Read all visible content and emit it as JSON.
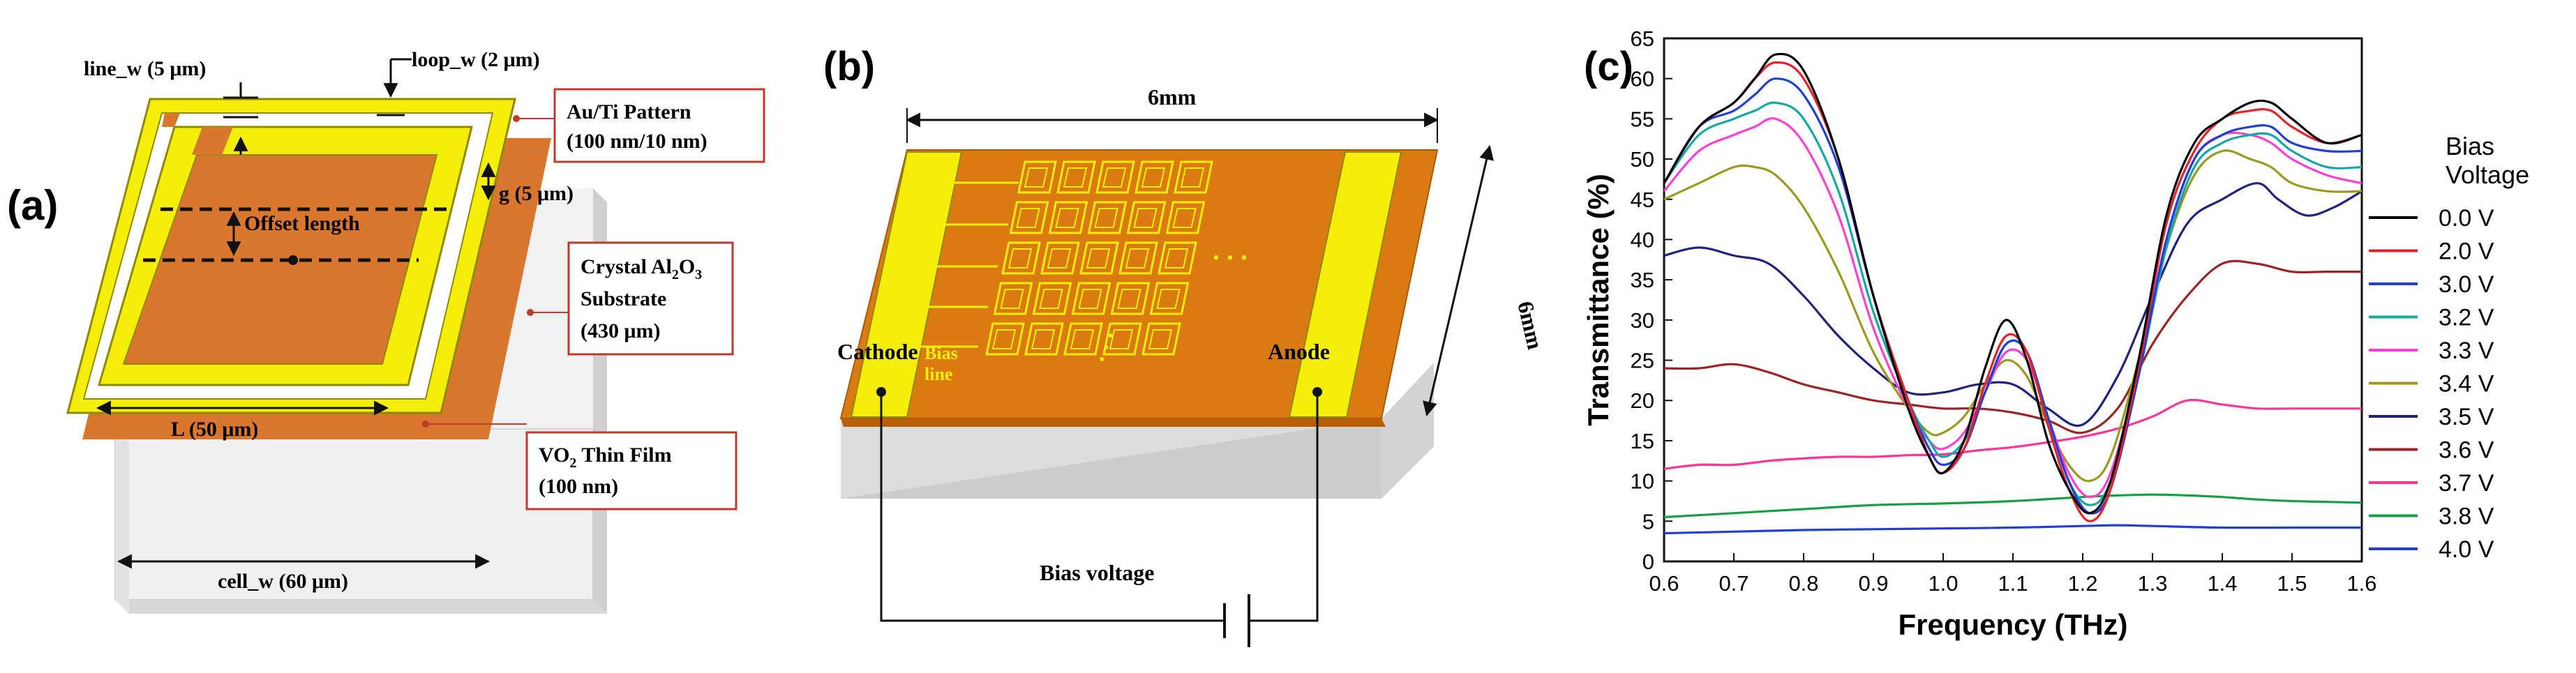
{
  "panel_a": {
    "label": "(a)",
    "line_w": "line_w (5 μm)",
    "loop_w": "loop_w (2 μm)",
    "g": "g (5 μm)",
    "offset": "Offset length",
    "L": "L (50 μm)",
    "cell_w": "cell_w (60 μm)",
    "callouts": {
      "au_line1": "Au/Ti Pattern",
      "au_line2": "(100 nm/10 nm)",
      "crystal_prefix": "Crystal Al",
      "crystal_sub1": "2",
      "crystal_mid": "O",
      "crystal_sub2": "3",
      "substrate": "Substrate",
      "substrate_thickness": "(430 μm)",
      "vo2_prefix": "VO",
      "vo2_sub": "2",
      "vo2_suffix": " Thin Film",
      "vo2_thickness": "(100 nm)"
    },
    "colors": {
      "gold": "#f5ee0a",
      "film": "#d9772e",
      "substrate": "#dcdcdc",
      "callout": "#c0392b"
    }
  },
  "panel_b": {
    "label": "(b)",
    "width_dim": "6mm",
    "height_dim": "6mm",
    "cathode": "Cathode",
    "anode": "Anode",
    "bias_line_1": "Bias",
    "bias_line_2": "line",
    "bias_voltage": "Bias voltage",
    "ellipsis_h": ". . .",
    "ellipsis_v": ". . .",
    "colors": {
      "gold": "#f5ee0a",
      "plate": "#dc7a12"
    }
  },
  "panel_c": {
    "label": "(c)",
    "legend_title_1": "Bias",
    "legend_title_2": "Voltage",
    "x_tick_labels": [
      "0.6",
      "0.7",
      "0.8",
      "0.9",
      "1.0",
      "1.1",
      "1.2",
      "1.3",
      "1.4",
      "1.5",
      "1.6"
    ],
    "y_tick_labels": [
      "0",
      "5",
      "10",
      "15",
      "20",
      "25",
      "30",
      "35",
      "40",
      "45",
      "50",
      "55",
      "60",
      "65"
    ]
  },
  "chart_data": {
    "type": "line",
    "xlabel": "Frequency (THz)",
    "ylabel": "Transmittance (%)",
    "xlim": [
      0.6,
      1.6
    ],
    "ylim": [
      0,
      65
    ],
    "legend": "right",
    "grid": false,
    "series": [
      {
        "name": "0.0 V",
        "color": "#000000",
        "points": [
          [
            0.6,
            47
          ],
          [
            0.65,
            54
          ],
          [
            0.7,
            57
          ],
          [
            0.73,
            60
          ],
          [
            0.76,
            63
          ],
          [
            0.8,
            61
          ],
          [
            0.85,
            50
          ],
          [
            0.9,
            33
          ],
          [
            0.95,
            19
          ],
          [
            0.98,
            13
          ],
          [
            1.0,
            11
          ],
          [
            1.03,
            15
          ],
          [
            1.06,
            24
          ],
          [
            1.09,
            30
          ],
          [
            1.12,
            25
          ],
          [
            1.15,
            15
          ],
          [
            1.18,
            9
          ],
          [
            1.21,
            6
          ],
          [
            1.24,
            10
          ],
          [
            1.28,
            25
          ],
          [
            1.32,
            43
          ],
          [
            1.36,
            52
          ],
          [
            1.4,
            55
          ],
          [
            1.44,
            57
          ],
          [
            1.47,
            57
          ],
          [
            1.5,
            55
          ],
          [
            1.55,
            52
          ],
          [
            1.6,
            53
          ]
        ]
      },
      {
        "name": "2.0 V",
        "color": "#e8202a",
        "points": [
          [
            0.6,
            47
          ],
          [
            0.65,
            54
          ],
          [
            0.7,
            57
          ],
          [
            0.73,
            60
          ],
          [
            0.76,
            62
          ],
          [
            0.8,
            60
          ],
          [
            0.85,
            50
          ],
          [
            0.9,
            33
          ],
          [
            0.95,
            20
          ],
          [
            0.98,
            13
          ],
          [
            1.0,
            11
          ],
          [
            1.03,
            14
          ],
          [
            1.06,
            22
          ],
          [
            1.09,
            28
          ],
          [
            1.12,
            26
          ],
          [
            1.15,
            17
          ],
          [
            1.18,
            9
          ],
          [
            1.21,
            5
          ],
          [
            1.24,
            9
          ],
          [
            1.28,
            24
          ],
          [
            1.32,
            42
          ],
          [
            1.36,
            51
          ],
          [
            1.4,
            55
          ],
          [
            1.44,
            56
          ],
          [
            1.47,
            56
          ],
          [
            1.5,
            54
          ],
          [
            1.55,
            52
          ],
          [
            1.6,
            53
          ]
        ]
      },
      {
        "name": "3.0 V",
        "color": "#1f3fd6",
        "points": [
          [
            0.6,
            47
          ],
          [
            0.65,
            54
          ],
          [
            0.7,
            56
          ],
          [
            0.73,
            58
          ],
          [
            0.76,
            60
          ],
          [
            0.8,
            58
          ],
          [
            0.85,
            49
          ],
          [
            0.9,
            33
          ],
          [
            0.95,
            20
          ],
          [
            0.98,
            14
          ],
          [
            1.0,
            12
          ],
          [
            1.03,
            14
          ],
          [
            1.06,
            21
          ],
          [
            1.09,
            27
          ],
          [
            1.12,
            26
          ],
          [
            1.15,
            18
          ],
          [
            1.18,
            10
          ],
          [
            1.21,
            6
          ],
          [
            1.24,
            9
          ],
          [
            1.28,
            23
          ],
          [
            1.32,
            40
          ],
          [
            1.36,
            50
          ],
          [
            1.4,
            53
          ],
          [
            1.44,
            54
          ],
          [
            1.47,
            54
          ],
          [
            1.5,
            52
          ],
          [
            1.55,
            51
          ],
          [
            1.6,
            51
          ]
        ]
      },
      {
        "name": "3.2 V",
        "color": "#16a7a7",
        "points": [
          [
            0.6,
            47
          ],
          [
            0.65,
            53
          ],
          [
            0.7,
            55
          ],
          [
            0.73,
            56
          ],
          [
            0.76,
            57
          ],
          [
            0.8,
            55
          ],
          [
            0.85,
            46
          ],
          [
            0.9,
            31
          ],
          [
            0.95,
            20
          ],
          [
            0.98,
            15
          ],
          [
            1.0,
            13
          ],
          [
            1.03,
            15
          ],
          [
            1.06,
            21
          ],
          [
            1.09,
            27
          ],
          [
            1.12,
            26
          ],
          [
            1.15,
            18
          ],
          [
            1.18,
            10
          ],
          [
            1.21,
            7
          ],
          [
            1.24,
            10
          ],
          [
            1.28,
            23
          ],
          [
            1.32,
            39
          ],
          [
            1.36,
            49
          ],
          [
            1.4,
            52
          ],
          [
            1.44,
            53
          ],
          [
            1.47,
            53
          ],
          [
            1.5,
            51
          ],
          [
            1.55,
            49
          ],
          [
            1.6,
            49
          ]
        ]
      },
      {
        "name": "3.3 V",
        "color": "#ff3fd4",
        "points": [
          [
            0.6,
            46
          ],
          [
            0.65,
            51
          ],
          [
            0.7,
            53
          ],
          [
            0.73,
            54
          ],
          [
            0.76,
            55
          ],
          [
            0.8,
            52
          ],
          [
            0.85,
            43
          ],
          [
            0.9,
            29
          ],
          [
            0.95,
            19
          ],
          [
            0.98,
            15
          ],
          [
            1.0,
            14
          ],
          [
            1.03,
            16
          ],
          [
            1.06,
            21
          ],
          [
            1.09,
            26
          ],
          [
            1.12,
            25
          ],
          [
            1.15,
            18
          ],
          [
            1.18,
            11
          ],
          [
            1.21,
            8
          ],
          [
            1.24,
            11
          ],
          [
            1.28,
            24
          ],
          [
            1.32,
            40
          ],
          [
            1.36,
            50
          ],
          [
            1.4,
            53
          ],
          [
            1.44,
            53
          ],
          [
            1.47,
            52
          ],
          [
            1.5,
            50
          ],
          [
            1.55,
            48
          ],
          [
            1.6,
            47
          ]
        ]
      },
      {
        "name": "3.4 V",
        "color": "#9c9a1e",
        "points": [
          [
            0.6,
            45
          ],
          [
            0.65,
            47
          ],
          [
            0.7,
            49
          ],
          [
            0.73,
            49
          ],
          [
            0.76,
            48
          ],
          [
            0.8,
            44
          ],
          [
            0.85,
            36
          ],
          [
            0.9,
            26
          ],
          [
            0.95,
            19
          ],
          [
            0.98,
            16
          ],
          [
            1.0,
            16
          ],
          [
            1.03,
            18
          ],
          [
            1.06,
            22
          ],
          [
            1.09,
            25
          ],
          [
            1.12,
            23
          ],
          [
            1.15,
            17
          ],
          [
            1.18,
            12
          ],
          [
            1.21,
            10
          ],
          [
            1.24,
            13
          ],
          [
            1.28,
            25
          ],
          [
            1.32,
            39
          ],
          [
            1.36,
            48
          ],
          [
            1.4,
            51
          ],
          [
            1.44,
            50
          ],
          [
            1.47,
            49
          ],
          [
            1.5,
            47
          ],
          [
            1.55,
            46
          ],
          [
            1.6,
            46
          ]
        ]
      },
      {
        "name": "3.5 V",
        "color": "#1d237e",
        "points": [
          [
            0.6,
            38
          ],
          [
            0.65,
            39
          ],
          [
            0.7,
            38
          ],
          [
            0.75,
            37
          ],
          [
            0.8,
            33
          ],
          [
            0.85,
            28
          ],
          [
            0.9,
            24
          ],
          [
            0.95,
            21
          ],
          [
            1.0,
            21
          ],
          [
            1.05,
            22
          ],
          [
            1.1,
            22
          ],
          [
            1.15,
            19
          ],
          [
            1.2,
            17
          ],
          [
            1.25,
            23
          ],
          [
            1.3,
            33
          ],
          [
            1.35,
            42
          ],
          [
            1.4,
            45
          ],
          [
            1.45,
            47
          ],
          [
            1.48,
            45
          ],
          [
            1.52,
            43
          ],
          [
            1.56,
            44
          ],
          [
            1.6,
            46
          ]
        ]
      },
      {
        "name": "3.6 V",
        "color": "#9b2424",
        "points": [
          [
            0.6,
            24
          ],
          [
            0.65,
            24
          ],
          [
            0.7,
            24.5
          ],
          [
            0.75,
            23.5
          ],
          [
            0.8,
            22
          ],
          [
            0.85,
            21
          ],
          [
            0.9,
            20
          ],
          [
            0.95,
            19.5
          ],
          [
            1.0,
            19
          ],
          [
            1.05,
            19
          ],
          [
            1.1,
            18.5
          ],
          [
            1.15,
            17.5
          ],
          [
            1.2,
            16
          ],
          [
            1.25,
            19
          ],
          [
            1.3,
            27
          ],
          [
            1.35,
            33
          ],
          [
            1.4,
            37
          ],
          [
            1.45,
            37
          ],
          [
            1.5,
            36
          ],
          [
            1.55,
            36
          ],
          [
            1.6,
            36
          ]
        ]
      },
      {
        "name": "3.7 V",
        "color": "#ff3399",
        "points": [
          [
            0.6,
            11.5
          ],
          [
            0.65,
            12
          ],
          [
            0.7,
            12
          ],
          [
            0.75,
            12.5
          ],
          [
            0.8,
            12.8
          ],
          [
            0.85,
            13
          ],
          [
            0.9,
            13
          ],
          [
            0.95,
            13.2
          ],
          [
            1.0,
            13.3
          ],
          [
            1.05,
            13.8
          ],
          [
            1.1,
            14.2
          ],
          [
            1.15,
            14.8
          ],
          [
            1.2,
            15.5
          ],
          [
            1.25,
            16.5
          ],
          [
            1.3,
            18
          ],
          [
            1.35,
            20
          ],
          [
            1.4,
            19.5
          ],
          [
            1.45,
            19
          ],
          [
            1.5,
            19
          ],
          [
            1.55,
            19
          ],
          [
            1.6,
            19
          ]
        ]
      },
      {
        "name": "3.8 V",
        "color": "#16a043",
        "points": [
          [
            0.6,
            5.5
          ],
          [
            0.7,
            6
          ],
          [
            0.8,
            6.5
          ],
          [
            0.9,
            7
          ],
          [
            1.0,
            7.2
          ],
          [
            1.1,
            7.5
          ],
          [
            1.2,
            8
          ],
          [
            1.25,
            8.2
          ],
          [
            1.3,
            8.3
          ],
          [
            1.35,
            8.2
          ],
          [
            1.4,
            8
          ],
          [
            1.45,
            7.7
          ],
          [
            1.5,
            7.5
          ],
          [
            1.55,
            7.4
          ],
          [
            1.6,
            7.3
          ]
        ]
      },
      {
        "name": "4.0 V",
        "color": "#1f3fd6",
        "points": [
          [
            0.6,
            3.5
          ],
          [
            0.7,
            3.7
          ],
          [
            0.8,
            3.9
          ],
          [
            0.9,
            4
          ],
          [
            1.0,
            4.1
          ],
          [
            1.1,
            4.2
          ],
          [
            1.2,
            4.4
          ],
          [
            1.25,
            4.5
          ],
          [
            1.3,
            4.4
          ],
          [
            1.4,
            4.2
          ],
          [
            1.5,
            4.2
          ],
          [
            1.6,
            4.2
          ]
        ]
      }
    ]
  }
}
